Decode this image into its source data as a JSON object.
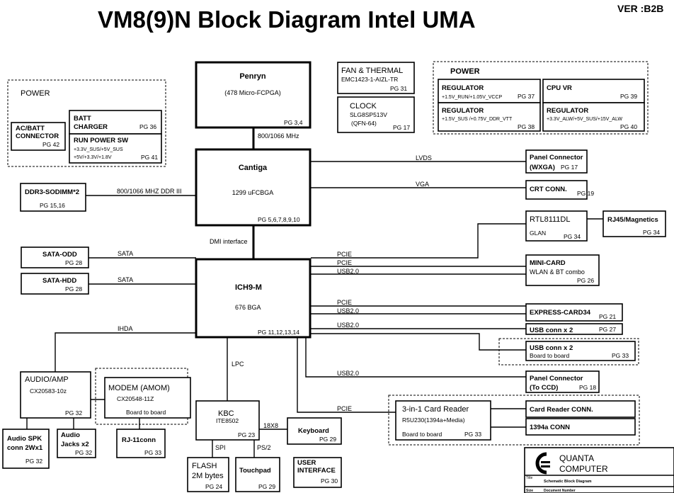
{
  "title": "VM8(9)N Block Diagram Intel UMA",
  "version": "VER :B2B",
  "power_left": {
    "label": "POWER",
    "acbatt": {
      "name": [
        "AC/BATT",
        "CONNECTOR"
      ],
      "pg": "PG 42"
    },
    "batt_charger": {
      "name": [
        "BATT",
        "CHARGER"
      ],
      "pg": "PG 36"
    },
    "run_power": {
      "name": "RUN POWER SW",
      "rails": [
        "+3.3V_SUS/+5V_SUS",
        "+5V/+3.3V/+1.8V"
      ],
      "pg": "PG 41"
    }
  },
  "cpu": {
    "name": "Penryn",
    "pkg": "(478 Micro-FCPGA)",
    "pg": "PG 3,4"
  },
  "fsb_label": "800/1066 MHz",
  "nb": {
    "name": "Cantiga",
    "pkg": "1299 uFCBGA",
    "pg": "PG 5,6,7,8,9,10"
  },
  "dmi_label": "DMI interface",
  "sb": {
    "name": "ICH9-M",
    "pkg": "676 BGA",
    "pg": "PG 11,12,13,14"
  },
  "fan": {
    "name": "FAN & THERMAL",
    "part": "EMC1423-1-AIZL-TR",
    "pg": "PG 31"
  },
  "clock": {
    "name": "CLOCK",
    "part": "SLG8SP513V",
    "pkg": "(QFN-64)",
    "pg": "PG 17"
  },
  "power_right": {
    "label": "POWER",
    "reg1": {
      "name": "REGULATOR",
      "rails": "+1.5V_RUN/+1.05V_VCCP",
      "pg": "PG 37"
    },
    "reg2": {
      "name": "REGULATOR",
      "rails": "+1.5V_SUS /+0.75V_DDR_VTT",
      "pg": "PG 38"
    },
    "cpuvr": {
      "name": "CPU VR",
      "pg": "PG 39"
    },
    "reg3": {
      "name": "REGULATOR",
      "rails": "+3.3V_ALW/+5V_SUS/+15V_ALW",
      "pg": "PG 40"
    }
  },
  "ddr": {
    "name": "DDR3-SODIMM*2",
    "pg": "PG 15,16",
    "bus": "800/1066 MHZ DDR III"
  },
  "sata_odd": {
    "name": "SATA-ODD",
    "pg": "PG 28",
    "bus": "SATA"
  },
  "sata_hdd": {
    "name": "SATA-HDD",
    "pg": "PG 28",
    "bus": "SATA"
  },
  "panel": {
    "name": [
      "Panel Connector",
      "(WXGA)"
    ],
    "pg": "PG 17",
    "bus": "LVDS"
  },
  "crt": {
    "name": "CRT CONN.",
    "pg": "PG 19",
    "bus": "VGA"
  },
  "rtl": {
    "name": "RTL8111DL",
    "sub": "GLAN",
    "pg": "PG 34",
    "bus": "PCIE"
  },
  "rj45": {
    "name": "RJ45/Magnetics",
    "pg": "PG 34"
  },
  "minicard": {
    "name": "MINI-CARD",
    "sub": "WLAN & BT combo",
    "pg": "PG 26",
    "bus1": "PCIE",
    "bus2": "USB2.0"
  },
  "express": {
    "name": "EXPRESS-CARD34",
    "pg": "PG 21",
    "bus1": "PCIE",
    "bus2": "USB2.0"
  },
  "usb2": {
    "name": "USB conn x 2",
    "pg": "PG 27",
    "bus": "USB2.0"
  },
  "usb2b": {
    "name": "USB conn x 2",
    "sub": "Board to board",
    "pg": "PG 33"
  },
  "ccd": {
    "name": [
      "Panel Connector",
      "(To CCD)"
    ],
    "pg": "PG 18",
    "bus": "USB2.0"
  },
  "cardreader": {
    "name": "3-in-1 Card Reader",
    "part": "R5U230(1394a+Media)",
    "sub": "Board to board",
    "pg": "PG 33",
    "bus": "PCIE"
  },
  "cardconn": {
    "name": "Card Reader CONN."
  },
  "conn1394": {
    "name": "1394a CONN"
  },
  "audio": {
    "name": "AUDIO/AMP",
    "part": "CX20583-10z",
    "pg": "PG 32",
    "bus": "IHDA"
  },
  "modem": {
    "name": "MODEM (AMOM)",
    "part": "CX20548-11Z",
    "sub": "Board to board"
  },
  "spk": {
    "name": [
      "Audio  SPK",
      "conn 2Wx1"
    ],
    "pg": "PG 32"
  },
  "jacks": {
    "name": [
      "Audio",
      "Jacks x2"
    ],
    "pg": "PG 32"
  },
  "rj11": {
    "name": "RJ-11conn",
    "pg": "PG 33"
  },
  "kbc": {
    "name": "KBC",
    "part": "ITE8502",
    "pg": "PG 23",
    "bus": "LPC"
  },
  "keyboard": {
    "name": "Keyboard",
    "pg": "PG 29",
    "bus": "18X8"
  },
  "flash": {
    "name": [
      "FLASH",
      "2M bytes"
    ],
    "pg": "PG 24",
    "bus": "SPI"
  },
  "touchpad": {
    "name": "Touchpad",
    "pg": "PG 29",
    "bus": "PS/2"
  },
  "userif": {
    "name": [
      "USER",
      "INTERFACE"
    ],
    "pg": "PG 30"
  },
  "quanta": {
    "name": [
      "QUANTA",
      "COMPUTER"
    ],
    "sheet": "Schematic Block Diagram",
    "col1": "Size",
    "col2": "Document Number",
    "lbl": "Title",
    "logo": "quanta-logo-icon"
  }
}
